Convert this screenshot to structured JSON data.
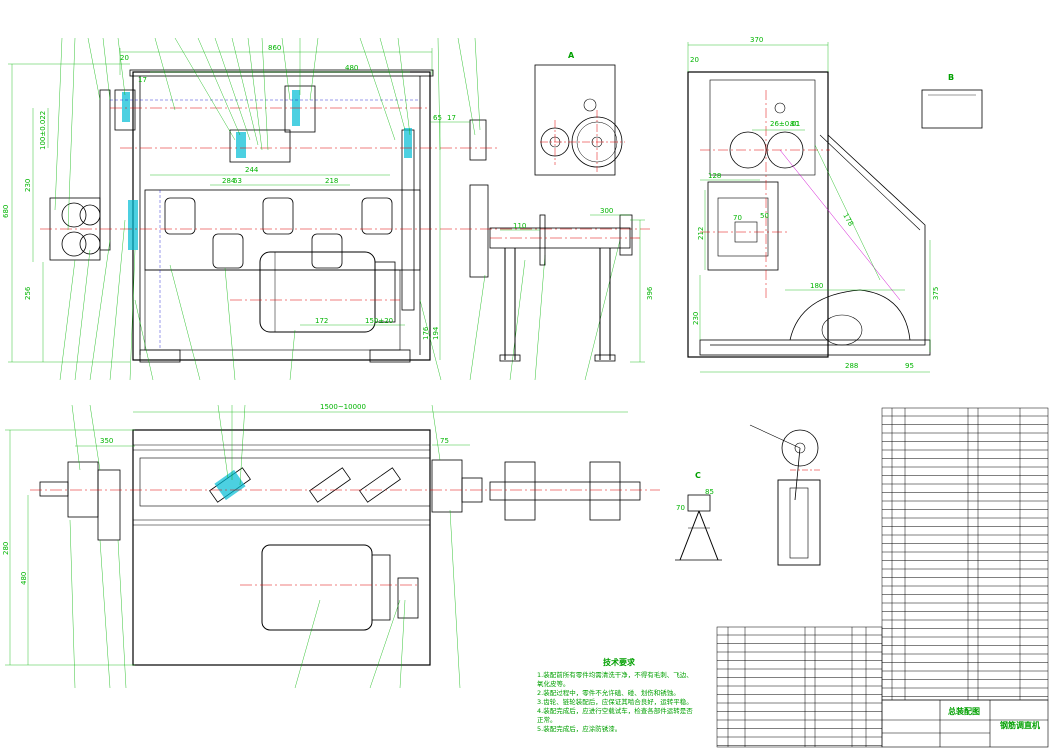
{
  "colors": {
    "outline": "#000000",
    "dimension": "#00b400",
    "center_line": "#e00000",
    "hidden": "#0000cc",
    "hatch": "#00bcd4",
    "magenta": "#d000d0"
  },
  "front_view_dims": {
    "top_width": "860",
    "inner_width": "480",
    "small_20": "20",
    "dim_17": "17",
    "dim_63": "63",
    "dim_218": "218",
    "dim_284": "284",
    "dim_244": "244",
    "dim_172": "172",
    "dim_150": "150±20",
    "height_680": "680",
    "height_230": "230",
    "height_256": "256",
    "height_100": "100±0.022",
    "dim_65": "65",
    "dim_17b": "17",
    "dim_194": "194",
    "dim_176": "176"
  },
  "feed_dims": {
    "dim_110": "110",
    "dim_300": "300",
    "dim_396": "396"
  },
  "side_view_dims": {
    "width_370": "370",
    "dim_20": "20",
    "dim_262": "26±0.01",
    "dim_80": "80",
    "dim_128": "128",
    "dim_212": "212",
    "dim_70": "70",
    "dim_50": "50",
    "dim_180": "180",
    "dim_230": "230",
    "dim_288": "288",
    "dim_95": "95",
    "dim_375": "375",
    "dim_178": "178"
  },
  "plan_view_dims": {
    "length": "1500~10000",
    "dim_350": "350",
    "dim_75": "75",
    "height_280": "280",
    "height_480": "480"
  },
  "detail_labels": {
    "view_a": "A",
    "view_b": "B",
    "view_c": "C",
    "dim_85": "85",
    "dim_70": "70"
  },
  "tech_requirements": {
    "heading": "技术要求",
    "lines": [
      "1.装配前所有零件均需清洗干净，不得有毛刺、飞边、",
      "  氧化皮等。",
      "2.装配过程中，零件不允许磕、碰、划伤和锈蚀。",
      "3.齿轮、链轮装配后，应保证其啮合良好，运转平稳。",
      "4.装配完成后，应进行空载试车，检查各部件运转是否",
      "  正常。",
      "5.装配完成后，应涂防锈漆。"
    ]
  },
  "title_block": {
    "drawing_title": "总装配图",
    "machine_name": "钢筋调直机"
  }
}
